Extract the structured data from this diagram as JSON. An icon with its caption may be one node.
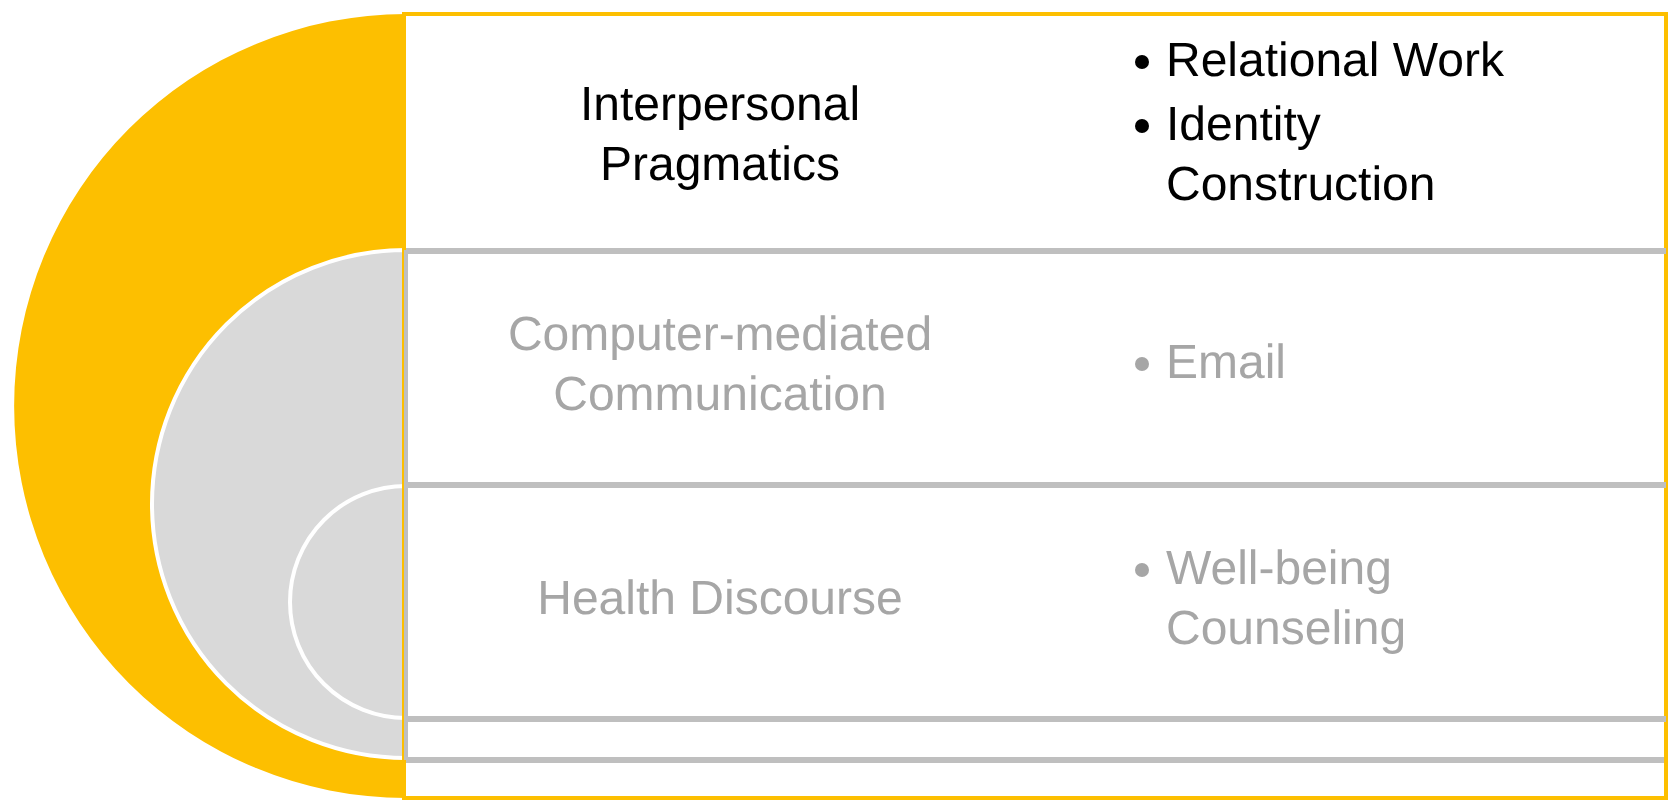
{
  "diagram": {
    "nodes": [
      {
        "text": [
          "Interpersonal Pragmatics",
          "Relational Work",
          "Identity Construction"
        ]
      },
      {
        "text": [
          "Computer-mediated Communication",
          "Email"
        ]
      },
      {
        "text": [
          "Health Discourse",
          "Well-being Counseling"
        ]
      }
    ]
  }
}
